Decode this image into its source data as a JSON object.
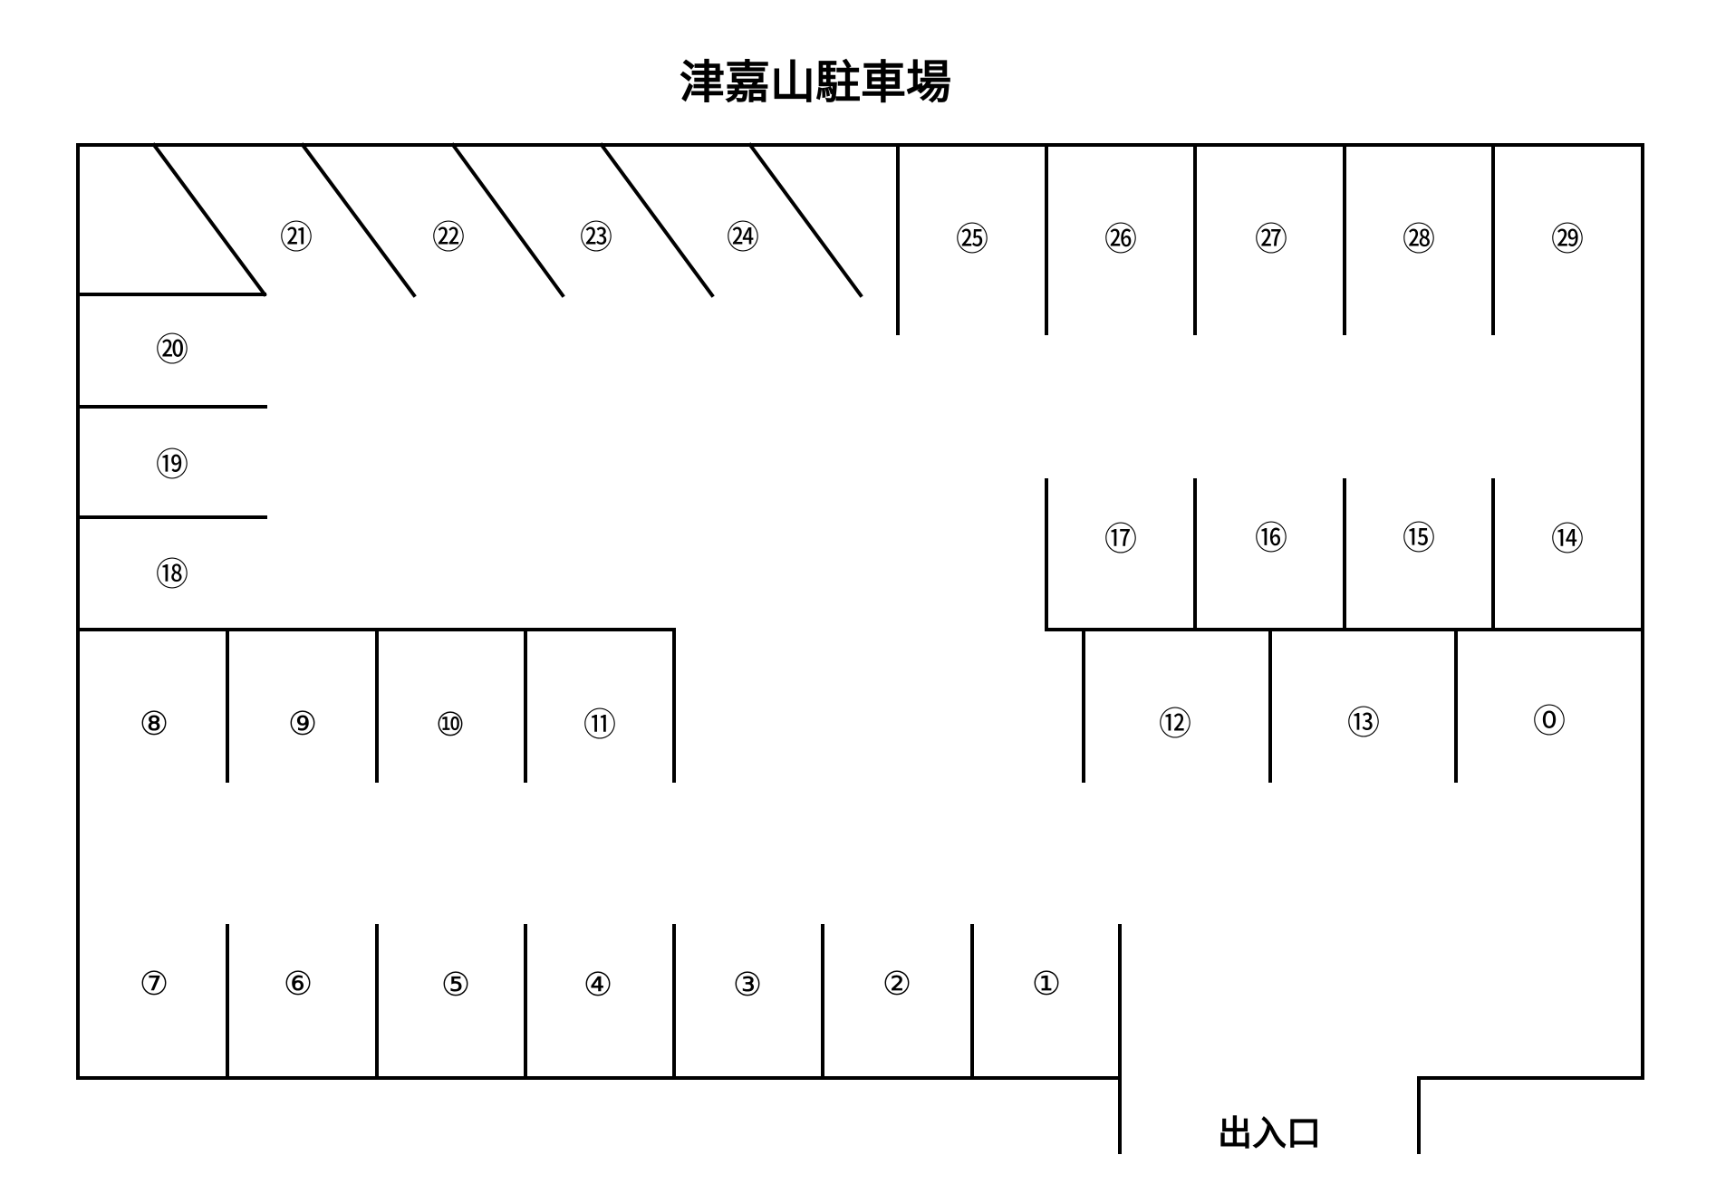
{
  "title": "津嘉山駐車場",
  "entrance_label": "出入口",
  "line_color": "#000000",
  "spots": {
    "s0": "⓪",
    "s1": "①",
    "s2": "②",
    "s3": "③",
    "s4": "④",
    "s5": "⑤",
    "s6": "⑥",
    "s7": "⑦",
    "s8": "⑧",
    "s9": "⑨",
    "s10": "⑩",
    "s11": "⑪",
    "s12": "⑫",
    "s13": "⑬",
    "s14": "⑭",
    "s15": "⑮",
    "s16": "⑯",
    "s17": "⑰",
    "s18": "⑱",
    "s19": "⑲",
    "s20": "⑳",
    "s21": "㉑",
    "s22": "㉒",
    "s23": "㉓",
    "s24": "㉔",
    "s25": "㉕",
    "s26": "㉖",
    "s27": "㉗",
    "s28": "㉘",
    "s29": "㉙"
  }
}
